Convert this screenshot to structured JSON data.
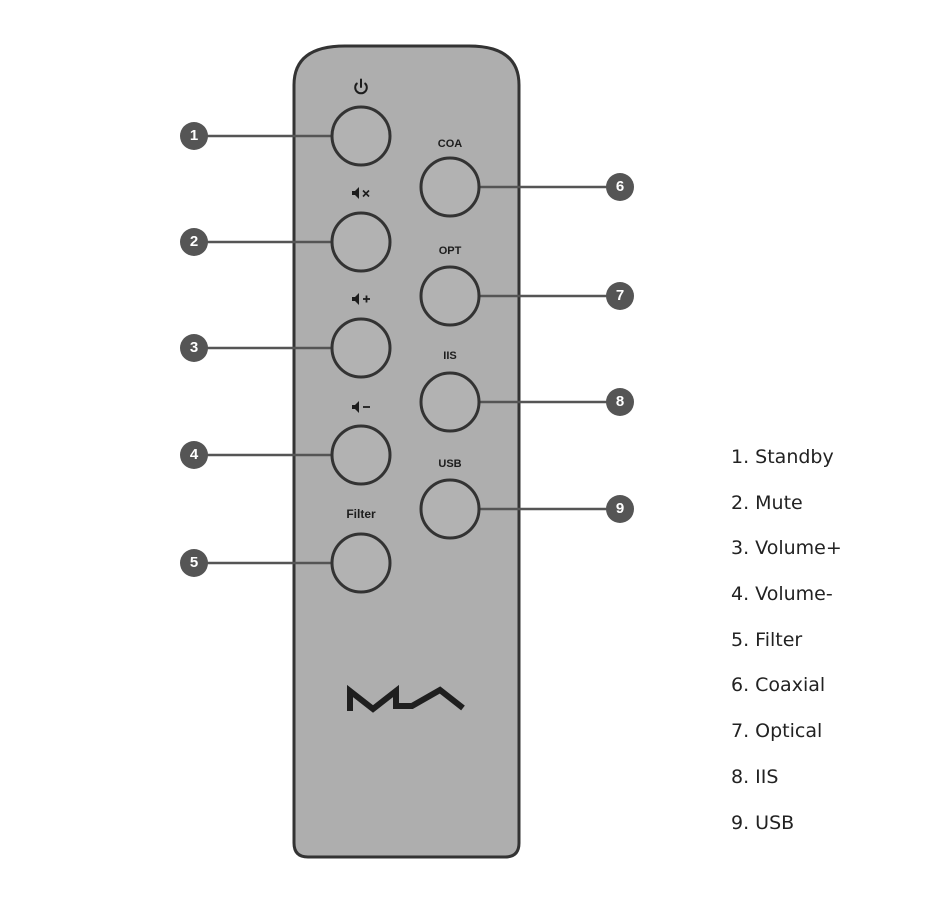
{
  "remote": {
    "body_color": "#aeaeae",
    "outline_color": "#333333",
    "button_fill": "#b2b2b2",
    "logo": "MA",
    "left_buttons": [
      {
        "number": "1",
        "label": "",
        "icon": "power-icon"
      },
      {
        "number": "2",
        "label": "",
        "icon": "mute-icon"
      },
      {
        "number": "3",
        "label": "",
        "icon": "volume-up-icon"
      },
      {
        "number": "4",
        "label": "",
        "icon": "volume-down-icon"
      },
      {
        "number": "5",
        "label": "Filter",
        "icon": ""
      }
    ],
    "right_buttons": [
      {
        "number": "6",
        "label": "COA"
      },
      {
        "number": "7",
        "label": "OPT"
      },
      {
        "number": "8",
        "label": "IIS"
      },
      {
        "number": "9",
        "label": "USB"
      }
    ]
  },
  "callout_color": "#555555",
  "legend": [
    "1. Standby",
    "2. Mute",
    "3. Volume+",
    "4. Volume-",
    "5. Filter",
    "6. Coaxial",
    "7. Optical",
    "8. IIS",
    "9. USB"
  ]
}
